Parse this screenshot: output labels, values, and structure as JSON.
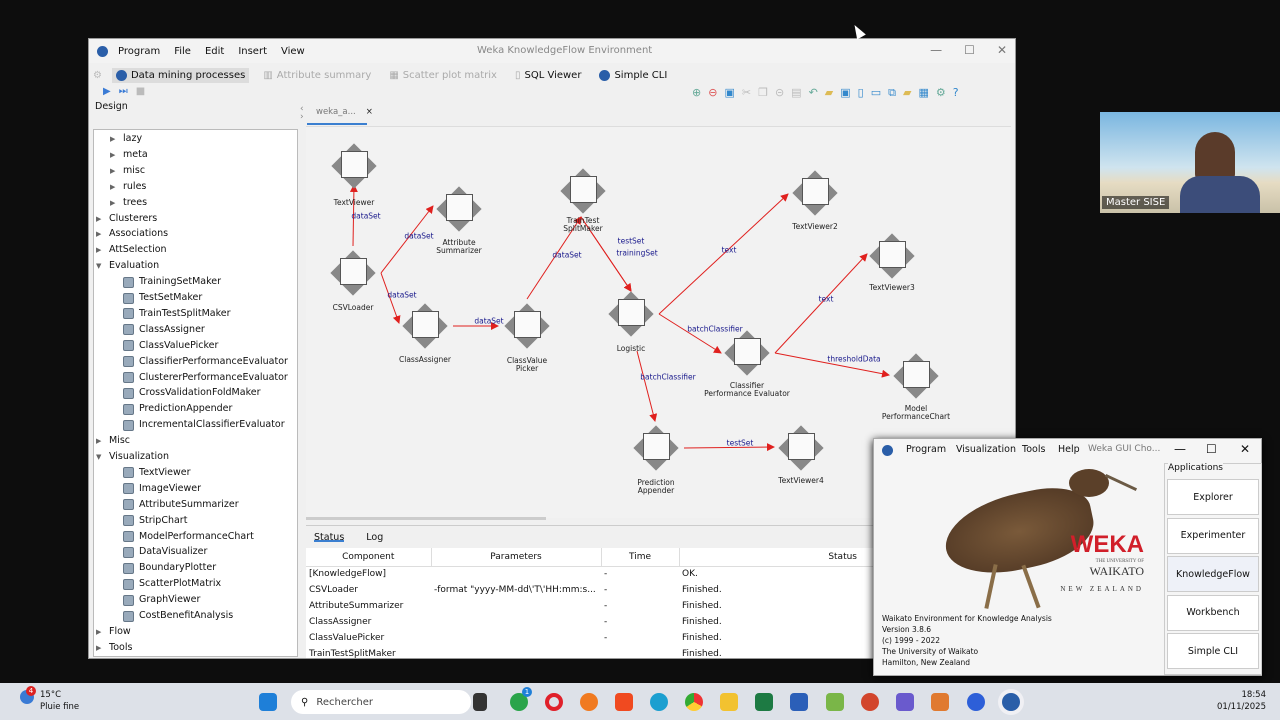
{
  "main_window": {
    "title": "Weka KnowledgeFlow Environment",
    "menu": [
      "Program",
      "File",
      "Edit",
      "Insert",
      "View"
    ],
    "perspectives": [
      {
        "label": "Data mining processes",
        "active": true
      },
      {
        "label": "Attribute summary",
        "enabled": false
      },
      {
        "label": "Scatter plot matrix",
        "enabled": false
      },
      {
        "label": "SQL Viewer"
      },
      {
        "label": "Simple CLI"
      }
    ],
    "design_label": "Design",
    "flow_tab": "weka_a...",
    "flow_tab_close": "×"
  },
  "tree": [
    {
      "label": "lazy",
      "level": 2,
      "type": "folder"
    },
    {
      "label": "meta",
      "level": 2,
      "type": "folder"
    },
    {
      "label": "misc",
      "level": 2,
      "type": "folder"
    },
    {
      "label": "rules",
      "level": 2,
      "type": "folder"
    },
    {
      "label": "trees",
      "level": 2,
      "type": "folder"
    },
    {
      "label": "Clusterers",
      "level": 1,
      "type": "folder"
    },
    {
      "label": "Associations",
      "level": 1,
      "type": "folder"
    },
    {
      "label": "AttSelection",
      "level": 1,
      "type": "folder"
    },
    {
      "label": "Evaluation",
      "level": 1,
      "type": "open"
    },
    {
      "label": "TrainingSetMaker",
      "level": 2,
      "type": "leaf"
    },
    {
      "label": "TestSetMaker",
      "level": 2,
      "type": "leaf"
    },
    {
      "label": "TrainTestSplitMaker",
      "level": 2,
      "type": "leaf"
    },
    {
      "label": "ClassAssigner",
      "level": 2,
      "type": "leaf"
    },
    {
      "label": "ClassValuePicker",
      "level": 2,
      "type": "leaf"
    },
    {
      "label": "ClassifierPerformanceEvaluator",
      "level": 2,
      "type": "leaf"
    },
    {
      "label": "ClustererPerformanceEvaluator",
      "level": 2,
      "type": "leaf"
    },
    {
      "label": "CrossValidationFoldMaker",
      "level": 2,
      "type": "leaf"
    },
    {
      "label": "PredictionAppender",
      "level": 2,
      "type": "leaf"
    },
    {
      "label": "IncrementalClassifierEvaluator",
      "level": 2,
      "type": "leaf"
    },
    {
      "label": "Misc",
      "level": 1,
      "type": "folder"
    },
    {
      "label": "Visualization",
      "level": 1,
      "type": "open"
    },
    {
      "label": "TextViewer",
      "level": 2,
      "type": "leaf"
    },
    {
      "label": "ImageViewer",
      "level": 2,
      "type": "leaf"
    },
    {
      "label": "AttributeSummarizer",
      "level": 2,
      "type": "leaf"
    },
    {
      "label": "StripChart",
      "level": 2,
      "type": "leaf"
    },
    {
      "label": "ModelPerformanceChart",
      "level": 2,
      "type": "leaf"
    },
    {
      "label": "DataVisualizer",
      "level": 2,
      "type": "leaf"
    },
    {
      "label": "BoundaryPlotter",
      "level": 2,
      "type": "leaf"
    },
    {
      "label": "ScatterPlotMatrix",
      "level": 2,
      "type": "leaf"
    },
    {
      "label": "GraphViewer",
      "level": 2,
      "type": "leaf"
    },
    {
      "label": "CostBenefitAnalysis",
      "level": 2,
      "type": "leaf"
    },
    {
      "label": "Flow",
      "level": 1,
      "type": "folder"
    },
    {
      "label": "Tools",
      "level": 1,
      "type": "folder"
    }
  ],
  "flow": {
    "nodes": [
      {
        "id": "tv",
        "label": "TextViewer"
      },
      {
        "id": "as",
        "label": "Attribute\nSummarizer"
      },
      {
        "id": "csv",
        "label": "CSVLoader"
      },
      {
        "id": "ca",
        "label": "ClassAssigner"
      },
      {
        "id": "cvp",
        "label": "ClassValue\nPicker"
      },
      {
        "id": "tts",
        "label": "TrainTest\nSplitMaker"
      },
      {
        "id": "log",
        "label": "Logistic"
      },
      {
        "id": "cpe",
        "label": "Classifier\nPerformance Evaluator"
      },
      {
        "id": "tv2",
        "label": "TextViewer2"
      },
      {
        "id": "tv3",
        "label": "TextViewer3"
      },
      {
        "id": "mpc",
        "label": "Model\nPerformanceChart"
      },
      {
        "id": "pa",
        "label": "Prediction\nAppender"
      },
      {
        "id": "tv4",
        "label": "TextViewer4"
      }
    ],
    "edges": [
      {
        "from": "csv",
        "to": "tv",
        "label": "dataSet"
      },
      {
        "from": "csv",
        "to": "as",
        "label": "dataSet"
      },
      {
        "from": "csv",
        "to": "ca",
        "label": "dataSet"
      },
      {
        "from": "ca",
        "to": "cvp",
        "label": "dataSet"
      },
      {
        "from": "cvp",
        "to": "tts",
        "label": "dataSet"
      },
      {
        "from": "tts",
        "to": "log",
        "label": "testSet"
      },
      {
        "from": "tts",
        "to": "log",
        "label": "trainingSet"
      },
      {
        "from": "log",
        "to": "tv2",
        "label": "text"
      },
      {
        "from": "log",
        "to": "cpe",
        "label": "batchClassifier"
      },
      {
        "from": "log",
        "to": "pa",
        "label": "batchClassifier"
      },
      {
        "from": "cpe",
        "to": "tv3",
        "label": "text"
      },
      {
        "from": "cpe",
        "to": "mpc",
        "label": "thresholdData"
      },
      {
        "from": "pa",
        "to": "tv4",
        "label": "testSet"
      }
    ],
    "edge_color": "#e0201e",
    "label_color": "#1a1a8c"
  },
  "status": {
    "tabs": [
      "Status",
      "Log"
    ],
    "columns": [
      "Component",
      "Parameters",
      "Time",
      "Status"
    ],
    "rows": [
      [
        "[KnowledgeFlow]",
        "",
        "-",
        "OK."
      ],
      [
        "CSVLoader",
        "-format \"yyyy-MM-dd\\'T\\'HH:mm:s...",
        "-",
        "Finished."
      ],
      [
        "AttributeSummarizer",
        "",
        "-",
        "Finished."
      ],
      [
        "ClassAssigner",
        "",
        "-",
        "Finished."
      ],
      [
        "ClassValuePicker",
        "",
        "-",
        "Finished."
      ],
      [
        "TrainTestSplitMaker",
        "",
        "",
        "Finished."
      ]
    ]
  },
  "chooser": {
    "title": "Weka GUI Cho...",
    "menu": [
      "Program",
      "Visualization",
      "Tools",
      "Help"
    ],
    "applications_label": "Applications",
    "apps": [
      "Explorer",
      "Experimenter",
      "KnowledgeFlow",
      "Workbench",
      "Simple CLI"
    ],
    "active_app": "KnowledgeFlow",
    "logo": {
      "brand": "WEKA",
      "univ_small": "THE UNIVERSITY OF",
      "univ": "WAIKATO",
      "country": "NEW ZEALAND"
    },
    "info": [
      "Waikato Environment for Knowledge Analysis",
      "Version 3.8.6",
      "(c) 1999 - 2022",
      "The University of Waikato",
      "Hamilton, New Zealand"
    ]
  },
  "webcam": {
    "name": "Master SISE"
  },
  "taskbar": {
    "weather_badge": "4",
    "temp": "15°C",
    "weather": "Pluie fine",
    "search": "Rechercher",
    "whatsapp_badge": "1",
    "time": "18:54",
    "date": "01/11/2025"
  }
}
